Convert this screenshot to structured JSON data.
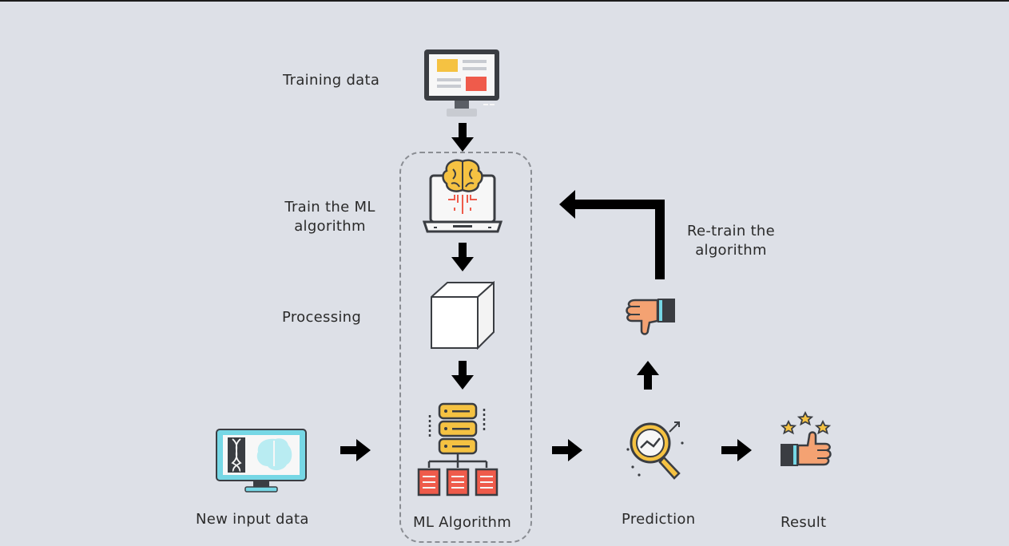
{
  "labels": {
    "training_data": "Training data",
    "train_ml_line1": "Train the ML",
    "train_ml_line2": "algorithm",
    "processing": "Processing",
    "new_input_data": "New input data",
    "ml_algorithm": "ML Algorithm",
    "prediction": "Prediction",
    "result": "Result",
    "retrain_line1": "Re-train the",
    "retrain_line2": "algorithm"
  },
  "icons": {
    "training_data": "monitor-icon",
    "train_ml": "laptop-brain-icon",
    "processing": "cube-icon",
    "ml_algorithm": "server-hierarchy-icon",
    "new_input_data": "dna-brain-monitor-icon",
    "prediction": "magnifier-chart-icon",
    "retrain": "thumbs-down-icon",
    "result": "thumbs-up-stars-icon"
  },
  "colors": {
    "background": "#dde0e7",
    "arrow": "#000000",
    "accent_yellow": "#f5c242",
    "accent_red": "#ef5b4b",
    "accent_cyan": "#76d7e5",
    "dark": "#3a3d42"
  }
}
